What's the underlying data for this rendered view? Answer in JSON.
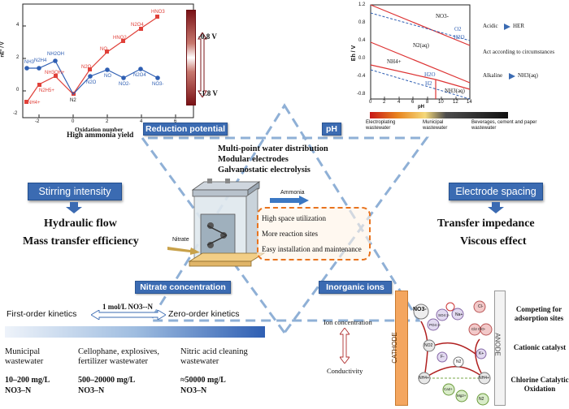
{
  "potential_plot": {
    "ylabel": "nE° / V",
    "xlabel": "Oxidation number",
    "subtitle": "High ammonia yield",
    "x_ticks": [
      "-2",
      "0",
      "2",
      "4",
      "6"
    ],
    "y_ticks": [
      "4",
      "2",
      "0",
      "-2"
    ],
    "red_labels": [
      "NH4+",
      "N2H5+",
      "NH3OH+",
      "N2",
      "N2O",
      "NO",
      "HNO2",
      "N2O4",
      "HNO3"
    ],
    "blue_labels": [
      "NH3",
      "N2H4",
      "NH2OH",
      "N2O",
      "NO",
      "NO2-",
      "N2O4",
      "NO3-"
    ],
    "bar_top": "-0.8 V",
    "bar_bottom": "-1.8 V"
  },
  "ph_plot": {
    "ylabel": "Eh / V",
    "xlabel": "pH",
    "x_ticks": [
      "0",
      "2",
      "4",
      "6",
      "8",
      "10",
      "12",
      "14"
    ],
    "y_ticks": [
      "1.2",
      "0.8",
      "0.4",
      "0.0",
      "-0.4",
      "-0.8"
    ],
    "region_labels": [
      "NO3-",
      "O2",
      "H2O",
      "N2(aq)",
      "NH4+",
      "H2O",
      "H2",
      "NH3(aq)"
    ],
    "right_notes": [
      {
        "left": "Acidic",
        "right": "HER"
      },
      {
        "left": "Act according to circumstances",
        "right": ""
      },
      {
        "left": "Alkaline",
        "right": "NH3(aq)"
      }
    ],
    "bar_labels": [
      "Electroplating wastewater",
      "Municipal wastewater",
      "Beverages, cement and paper wastewater"
    ]
  },
  "tags": {
    "reduction_potential": "Reduction potential",
    "ph": "pH",
    "nitrate_concentration": "Nitrate concentration",
    "inorganic_ions": "Inorganic ions",
    "stirring_intensity": "Stirring intensity",
    "electrode_spacing": "Electrode spacing"
  },
  "center": {
    "features": [
      "Multi-point water distribution",
      "Modular electrodes",
      "Galvanostatic electrolysis"
    ],
    "ammonia": "Ammonia",
    "nitrate": "Nitrate",
    "box_items": [
      "High space utilization",
      "More reaction sites",
      "Easy installation and maintenance"
    ]
  },
  "left_block": [
    "Hydraulic flow",
    "Mass transfer efficiency"
  ],
  "right_block": [
    "Transfer impedance",
    "Viscous effect"
  ],
  "nitrate": {
    "first_order": "First-order kinetics",
    "zero_order": "Zero-order kinetics",
    "threshold": "1 mol/L NO3--N",
    "sources": [
      {
        "name": "Municipal wastewater",
        "range": "10–200 mg/L",
        "unit": "NO3–N"
      },
      {
        "name": "Cellophane, explosives, fertilizer wastewater",
        "range": "500–20000 mg/L",
        "unit": "NO3–N"
      },
      {
        "name": "Nitric acid cleaning wastewater",
        "range": "≈50000 mg/L",
        "unit": "NO3–N"
      }
    ]
  },
  "ions": {
    "ion_concentration": "Ion concentration",
    "conductivity": "Conductivity",
    "cathode": "CATHODE",
    "anode": "ANODE",
    "notes": [
      "Competing for adsorption sites",
      "Cationic catalyst",
      "Chlorine Catalytic Oxidation"
    ],
    "species": [
      "NO3-",
      "SO4 2-",
      "PO4 3-",
      "Na+",
      "Cl-",
      "Cl2 ClO-",
      "F-",
      "NO2",
      "N2",
      "K+",
      "NH4+",
      "Ca2+",
      "Mg2+",
      "NH4+",
      "N2"
    ]
  }
}
